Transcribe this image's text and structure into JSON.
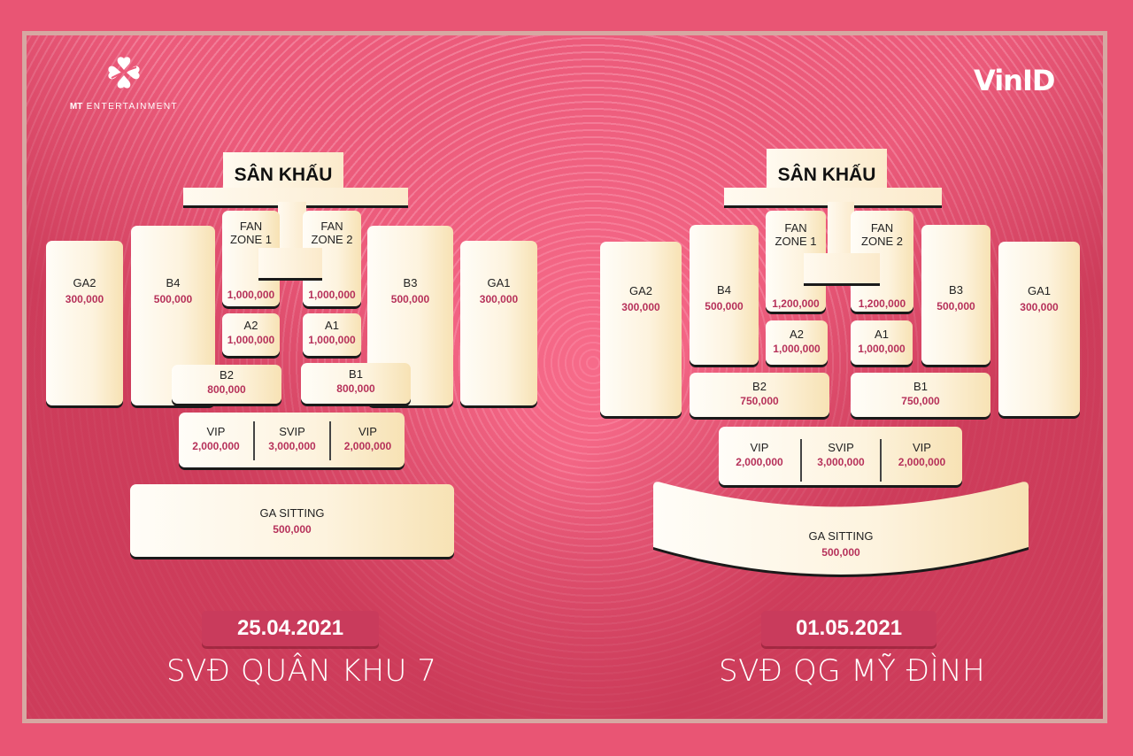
{
  "branding": {
    "organizer": "ENTERTAINMENT",
    "organizer_prefix": "MT",
    "sponsor": "VinID"
  },
  "colors": {
    "background": "#e95574",
    "frame_border": "#d6a8a2",
    "seat_fill": "#fdf3de",
    "price_text": "#b6315a",
    "date_badge": "#c93b5c"
  },
  "maps": [
    {
      "stage": "SÂN KHẤU",
      "date": "25.04.2021",
      "venue": "SVĐ QUÂN KHU 7",
      "zones": {
        "ga2": {
          "label": "GA2",
          "price": "300,000"
        },
        "b4": {
          "label": "B4",
          "price": "500,000"
        },
        "fanzone1": {
          "label1": "FAN",
          "label2": "ZONE 1",
          "price": "1,000,000"
        },
        "fanzone2": {
          "label1": "FAN",
          "label2": "ZONE 2",
          "price": "1,000,000"
        },
        "b3": {
          "label": "B3",
          "price": "500,000"
        },
        "ga1": {
          "label": "GA1",
          "price": "300,000"
        },
        "a2": {
          "label": "A2",
          "price": "1,000,000"
        },
        "a1": {
          "label": "A1",
          "price": "1,000,000"
        },
        "b2": {
          "label": "B2",
          "price": "800,000"
        },
        "b1": {
          "label": "B1",
          "price": "800,000"
        },
        "vip_left": {
          "label": "VIP",
          "price": "2,000,000"
        },
        "svip": {
          "label": "SVIP",
          "price": "3,000,000"
        },
        "vip_right": {
          "label": "VIP",
          "price": "2,000,000"
        },
        "ga_sitting": {
          "label": "GA SITTING",
          "price": "500,000"
        }
      }
    },
    {
      "stage": "SÂN KHẤU",
      "date": "01.05.2021",
      "venue": "SVĐ QG MỸ ĐÌNH",
      "zones": {
        "ga2": {
          "label": "GA2",
          "price": "300,000"
        },
        "b4": {
          "label": "B4",
          "price": "500,000"
        },
        "fanzone1": {
          "label1": "FAN",
          "label2": "ZONE 1",
          "price": "1,200,000"
        },
        "fanzone2": {
          "label1": "FAN",
          "label2": "ZONE 2",
          "price": "1,200,000"
        },
        "b3": {
          "label": "B3",
          "price": "500,000"
        },
        "ga1": {
          "label": "GA1",
          "price": "300,000"
        },
        "a2": {
          "label": "A2",
          "price": "1,000,000"
        },
        "a1": {
          "label": "A1",
          "price": "1,000,000"
        },
        "b2": {
          "label": "B2",
          "price": "750,000"
        },
        "b1": {
          "label": "B1",
          "price": "750,000"
        },
        "vip_left": {
          "label": "VIP",
          "price": "2,000,000"
        },
        "svip": {
          "label": "SVIP",
          "price": "3,000,000"
        },
        "vip_right": {
          "label": "VIP",
          "price": "2,000,000"
        },
        "ga_sitting": {
          "label": "GA SITTING",
          "price": "500,000"
        }
      }
    }
  ]
}
